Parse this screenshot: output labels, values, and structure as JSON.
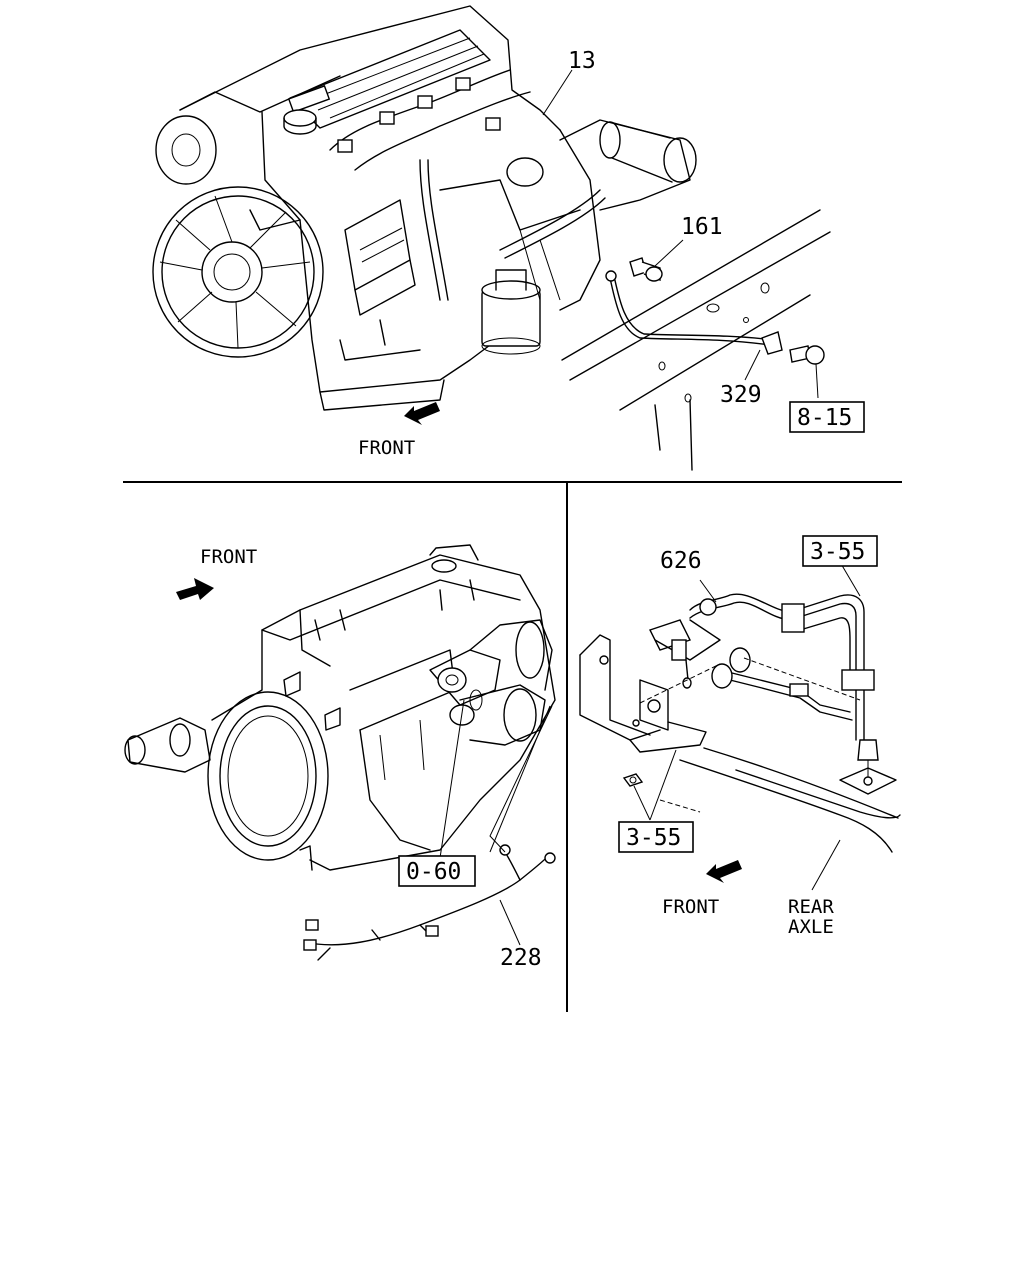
{
  "top_panel": {
    "callouts": {
      "c13": "13",
      "c161": "161",
      "c329": "329"
    },
    "ref_box": "8-15",
    "direction": "FRONT"
  },
  "left_panel": {
    "direction": "FRONT",
    "ref_box": "0-60",
    "callouts": {
      "c228": "228"
    }
  },
  "right_panel": {
    "callouts": {
      "c626": "626"
    },
    "ref_box_top": "3-55",
    "ref_box_bottom": "3-55",
    "direction": "FRONT",
    "rear_axle": [
      "REAR",
      "AXLE"
    ]
  }
}
